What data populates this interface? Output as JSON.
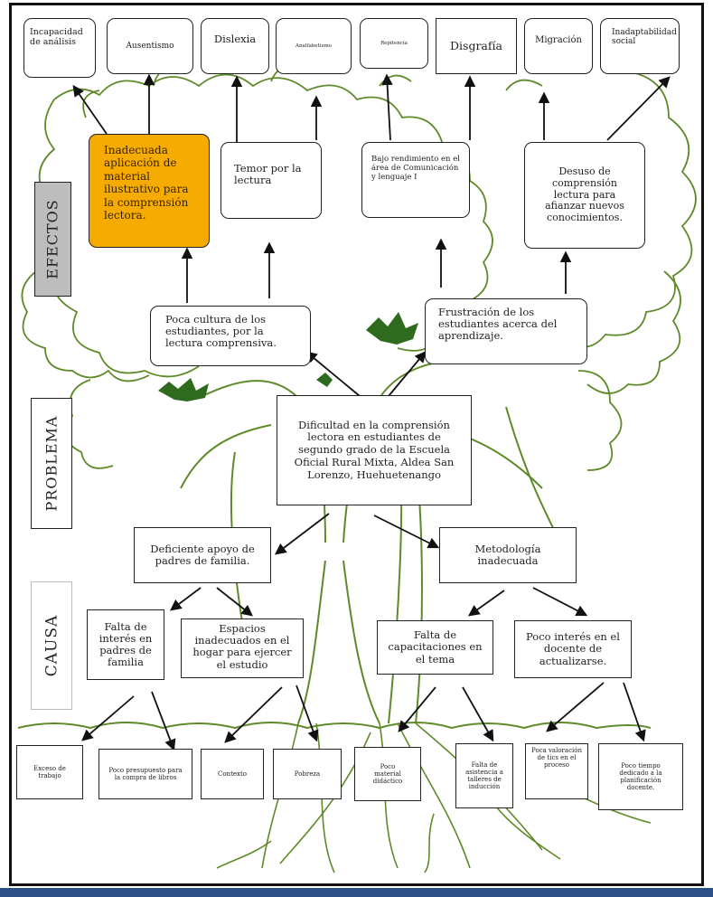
{
  "section_labels": {
    "effects": "EFECTOS",
    "problem": "PROBLEMA",
    "cause": "CAUSA"
  },
  "effects_top": [
    "Incapacidad de análisis",
    "Ausentismo",
    "Dislexia",
    "Analfabetismo",
    "Repitencia",
    "Disgrafía",
    "Migración",
    "Inadaptabilidad social"
  ],
  "effects_mid": [
    "Inadecuada aplicación de material ilustrativo para la comprensión lectora.",
    "Temor por la lectura",
    "Bajo rendimiento en el área de Comunicación y lenguaje I",
    "Desuso de comprensión lectura para afianzar nuevos conocimientos."
  ],
  "effects_low": [
    "Poca cultura de los estudiantes, por la lectura comprensiva.",
    "Frustración de los estudiantes acerca del aprendizaje."
  ],
  "problem": "Dificultad en la comprensión lectora en estudiantes de segundo grado de la Escuela Oficial Rural Mixta, Aldea San Lorenzo, Huehuetenango",
  "causes_main": [
    "Deficiente apoyo de padres de familia.",
    "Metodología inadecuada"
  ],
  "causes_sub": [
    "Falta de interés en padres de familia",
    "Espacios inadecuados en el hogar para ejercer el estudio",
    "Falta de capacitaciones en el tema",
    "Poco interés en el docente de actualizarse."
  ],
  "roots": [
    "Exceso de trabajo",
    "Poco presupuesto para la compra de libros",
    "Contexto",
    "Pobreza",
    "Poco material didáctico",
    "Falta de asistencia a talleres de inducción",
    "Poca valoración de tics en el proceso",
    "Poco tiempo dedicado a la planificación docente."
  ],
  "colors": {
    "highlight": "#f6ab00",
    "tree": "#5f8a2a",
    "foliage_dark": "#2f6b1e",
    "effects_label_bg": "#bdbdbd",
    "footer_bar": "#2c4f86"
  }
}
